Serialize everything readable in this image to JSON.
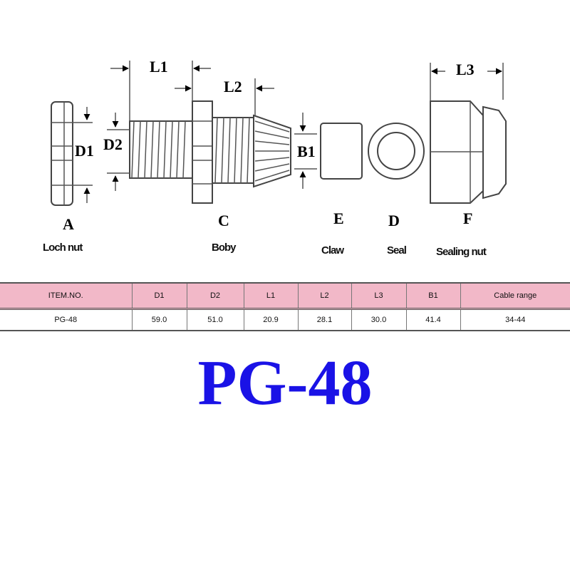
{
  "diagram": {
    "dimensions": {
      "L1": "L1",
      "L2": "L2",
      "L3": "L3",
      "D1": "D1",
      "D2": "D2",
      "B1": "B1"
    },
    "parts": [
      {
        "letter": "A",
        "name": "Loch nut"
      },
      {
        "letter": "C",
        "name": "Boby"
      },
      {
        "letter": "E",
        "name": "Claw"
      },
      {
        "letter": "D",
        "name": "Seal"
      },
      {
        "letter": "F",
        "name": "Sealing nut"
      }
    ]
  },
  "table": {
    "headers": [
      "ITEM.NO.",
      "D1",
      "D2",
      "L1",
      "L2",
      "L3",
      "B1",
      "Cable range"
    ],
    "rows": [
      [
        "PG-48",
        "59.0",
        "51.0",
        "20.9",
        "28.1",
        "30.0",
        "41.4",
        "34-44"
      ]
    ],
    "header_color": "#f2b8c8"
  },
  "title": {
    "text": "PG-48",
    "color": "#1a12e6"
  }
}
